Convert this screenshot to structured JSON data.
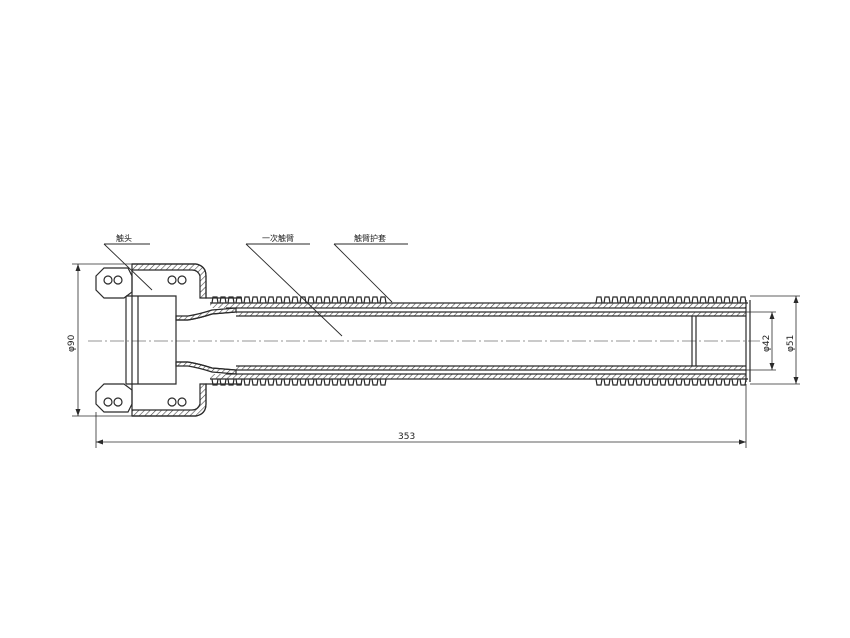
{
  "labels": {
    "contact": "触头",
    "primary_arm": "一次触臂",
    "arm_sheath": "触臂护套"
  },
  "dimensions": {
    "overall_length": "353",
    "outer_diameter_head": "φ90",
    "inner_diameter_tail": "φ42",
    "outer_diameter_tail": "φ51"
  },
  "colors": {
    "line": "#2a2a2a",
    "background": "#ffffff"
  }
}
